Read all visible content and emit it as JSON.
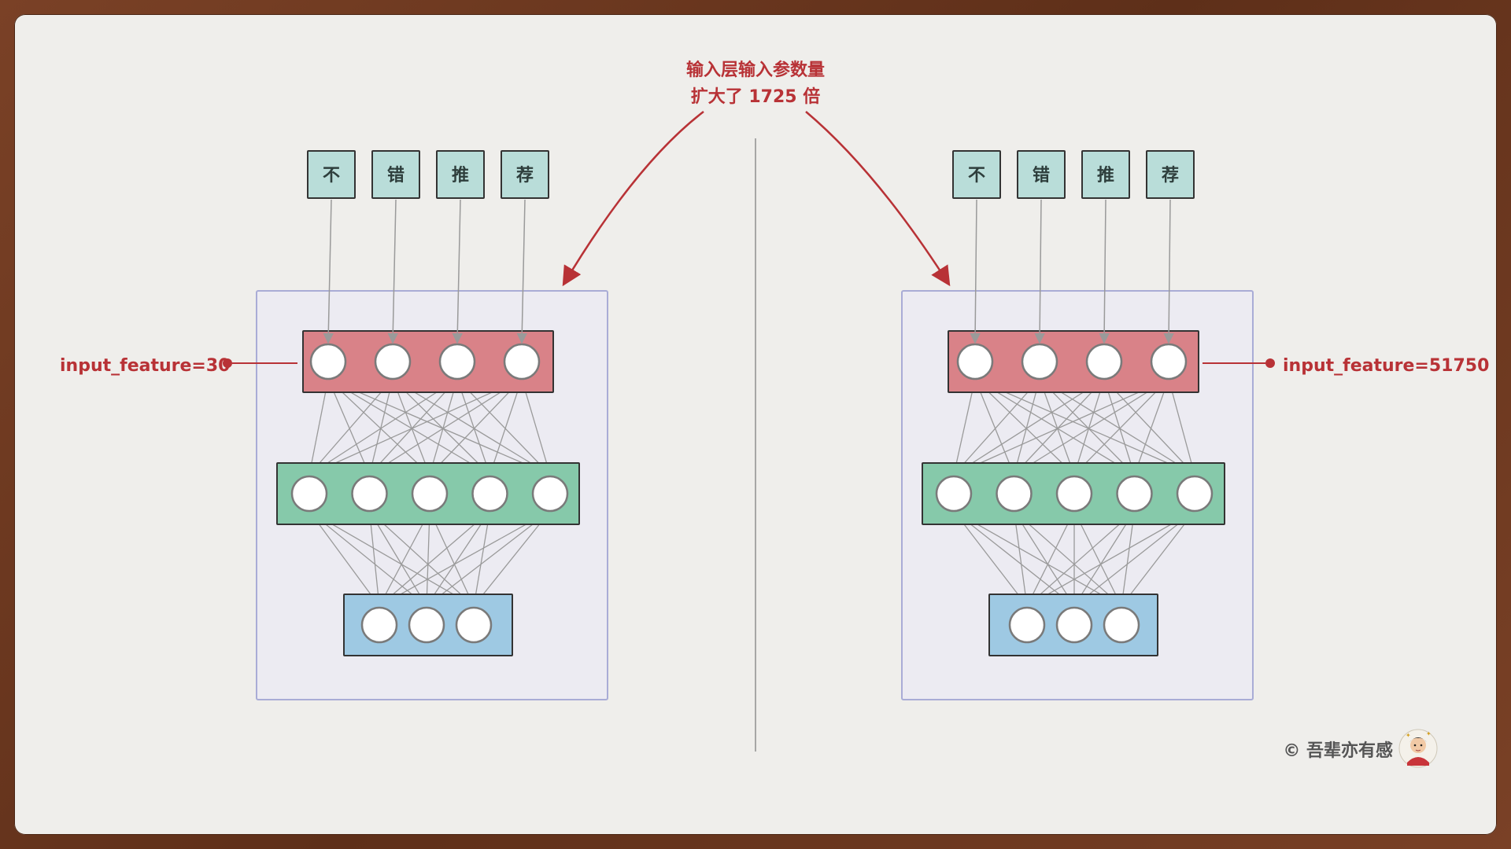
{
  "annotation": {
    "line1": "输入层输入参数量",
    "line2": "扩大了 1725 倍",
    "color": "#b83236"
  },
  "tokens": [
    "不",
    "错",
    "推",
    "荐"
  ],
  "left_network": {
    "feature_label": "input_feature=30",
    "layers": [
      {
        "role": "input",
        "nodes": 4,
        "color": "#d98288"
      },
      {
        "role": "hidden",
        "nodes": 5,
        "color": "#86c9aa"
      },
      {
        "role": "output",
        "nodes": 3,
        "color": "#9ec9e3"
      }
    ]
  },
  "right_network": {
    "feature_label": "input_feature=51750",
    "layers": [
      {
        "role": "input",
        "nodes": 4,
        "color": "#d98288"
      },
      {
        "role": "hidden",
        "nodes": 5,
        "color": "#86c9aa"
      },
      {
        "role": "output",
        "nodes": 3,
        "color": "#9ec9e3"
      }
    ]
  },
  "colors": {
    "token_box": "#b9ddd9",
    "network_panel": "#ecebf2",
    "panel_border": "#a9acd6",
    "edge": "#9a9a9a",
    "divider": "#8f8f8f"
  },
  "credit": {
    "text": "© 吾辈亦有感",
    "avatar": "avatar-icon"
  }
}
